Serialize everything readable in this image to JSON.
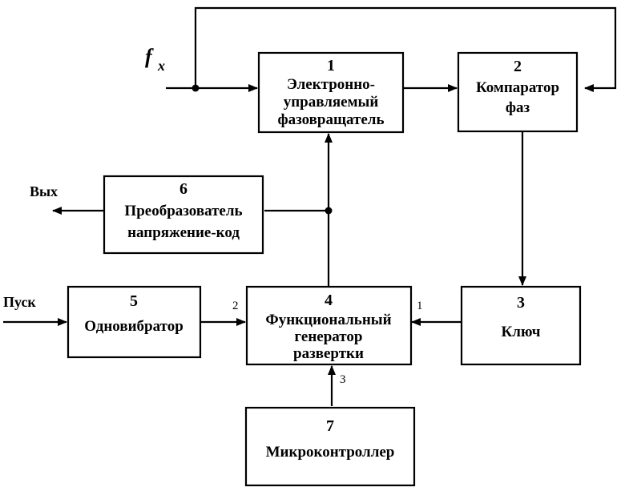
{
  "input": {
    "f": "f",
    "x": "x"
  },
  "blocks": {
    "b1": {
      "num": "1",
      "lines": [
        "Электронно-",
        "управляемый",
        "фазовращатель"
      ]
    },
    "b2": {
      "num": "2",
      "lines": [
        "Компаратор",
        "фаз"
      ]
    },
    "b3": {
      "num": "3",
      "lines": [
        "Ключ"
      ]
    },
    "b4": {
      "num": "4",
      "lines": [
        "Функциональный",
        "генератор",
        "развертки"
      ]
    },
    "b5": {
      "num": "5",
      "lines": [
        "Одновибратор"
      ]
    },
    "b6": {
      "num": "6",
      "lines": [
        "Преобразователь",
        "напряжение-код"
      ]
    },
    "b7": {
      "num": "7",
      "lines": [
        "Микроконтроллер"
      ]
    }
  },
  "signals": {
    "out": "Вых",
    "start": "Пуск"
  },
  "ports": {
    "p1": "1",
    "p2": "2",
    "p3": "3"
  }
}
